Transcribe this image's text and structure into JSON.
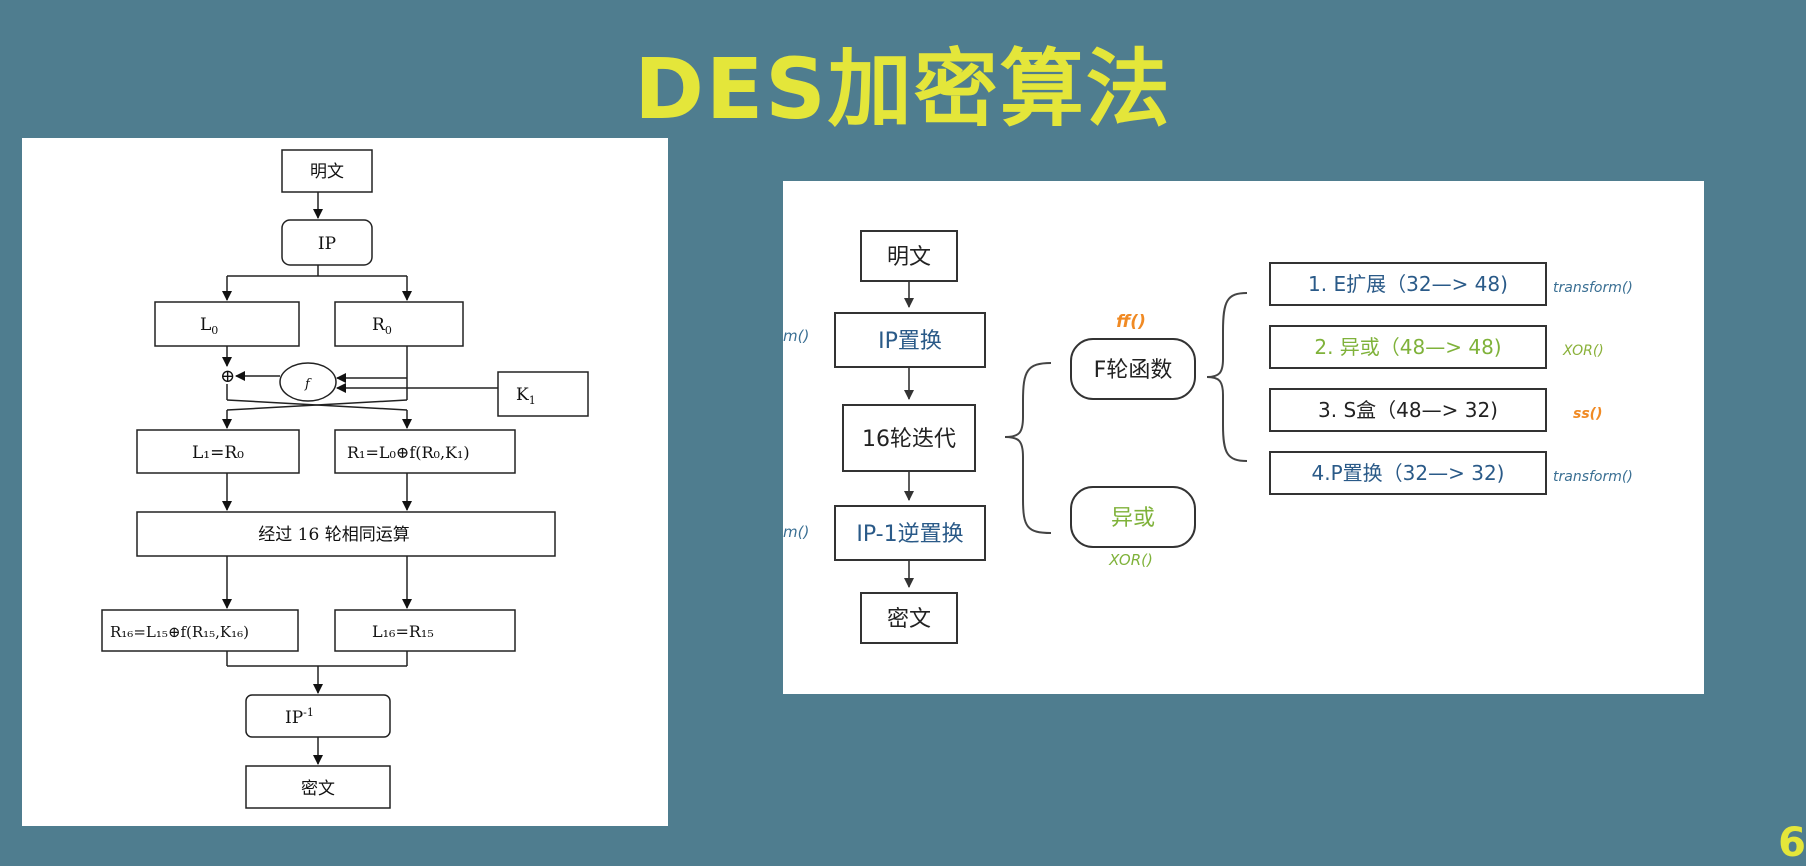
{
  "title": "DES加密算法",
  "page_number": "6",
  "left_diagram": {
    "plaintext": "明文",
    "ip": "IP",
    "l0": "L",
    "l0_sub": "0",
    "r0": "R",
    "r0_sub": "0",
    "xor_symbol": "⊕",
    "f_label": "f",
    "k1": "K",
    "k1_sub": "1",
    "l1_eq": "L₁=R₀",
    "r1_eq": "R₁=L₀⊕f(R₀,K₁)",
    "rounds": "经过 16 轮相同运算",
    "r16_eq": "R₁₆=L₁₅⊕f(R₁₅,K₁₆)",
    "l16_eq": "L₁₆=R₁₅",
    "ip_inverse": "IP",
    "ip_inverse_sup": "-1",
    "ciphertext": "密文"
  },
  "right_diagram": {
    "plaintext": "明文",
    "ip_permutation": "IP置换",
    "rounds": "16轮迭代",
    "ip_inverse": "IP-1逆置换",
    "ciphertext": "密文",
    "f_function": "F轮函数",
    "f_code": "ff()",
    "xor": "异或",
    "xor_code": "XOR()",
    "left_code_1": "m()",
    "left_code_2": "m()",
    "steps": [
      {
        "label": "1. E扩展（32—> 48)",
        "code": "transform()",
        "code_color": "#3a6f93",
        "label_color": "#2a5a88"
      },
      {
        "label": "2. 异或（48—> 48)",
        "code": "XOR()",
        "code_color": "#8ab13a",
        "label_color": "#7fb23a"
      },
      {
        "label": "3. S盒（48—> 32)",
        "code": "ss()",
        "code_color": "#f08a24",
        "label_color": "#222222"
      },
      {
        "label": "4.P置换（32—> 32)",
        "code": "transform()",
        "code_color": "#3a6f93",
        "label_color": "#2a5a88"
      }
    ],
    "colors": {
      "blue_text": "#2a5a88",
      "green_text": "#7fb23a",
      "orange_code": "#f08a24",
      "box_border": "#333333"
    }
  }
}
